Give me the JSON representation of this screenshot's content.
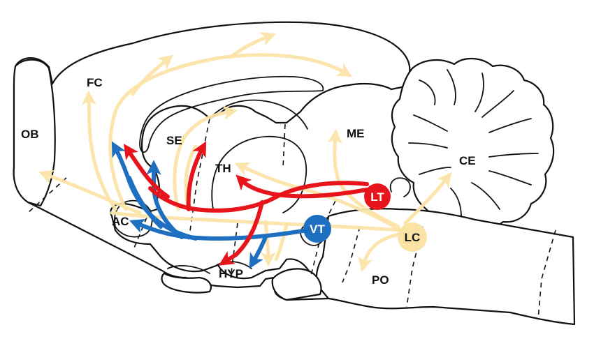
{
  "regions": {
    "ob": "OB",
    "fc": "FC",
    "se": "SE",
    "th": "TH",
    "me": "ME",
    "ce": "CE",
    "ac": "AC",
    "hyp": "HYP",
    "po": "PO"
  },
  "nodes": {
    "lt": "LT",
    "vt": "VT",
    "lc": "LC"
  },
  "colors": {
    "yellow": "#fce4a8",
    "red": "#e8141c",
    "blue": "#1e6fc0",
    "lc_fill": "#fbe3a6",
    "lc_text": "#111111",
    "node_text": "#ffffff"
  }
}
